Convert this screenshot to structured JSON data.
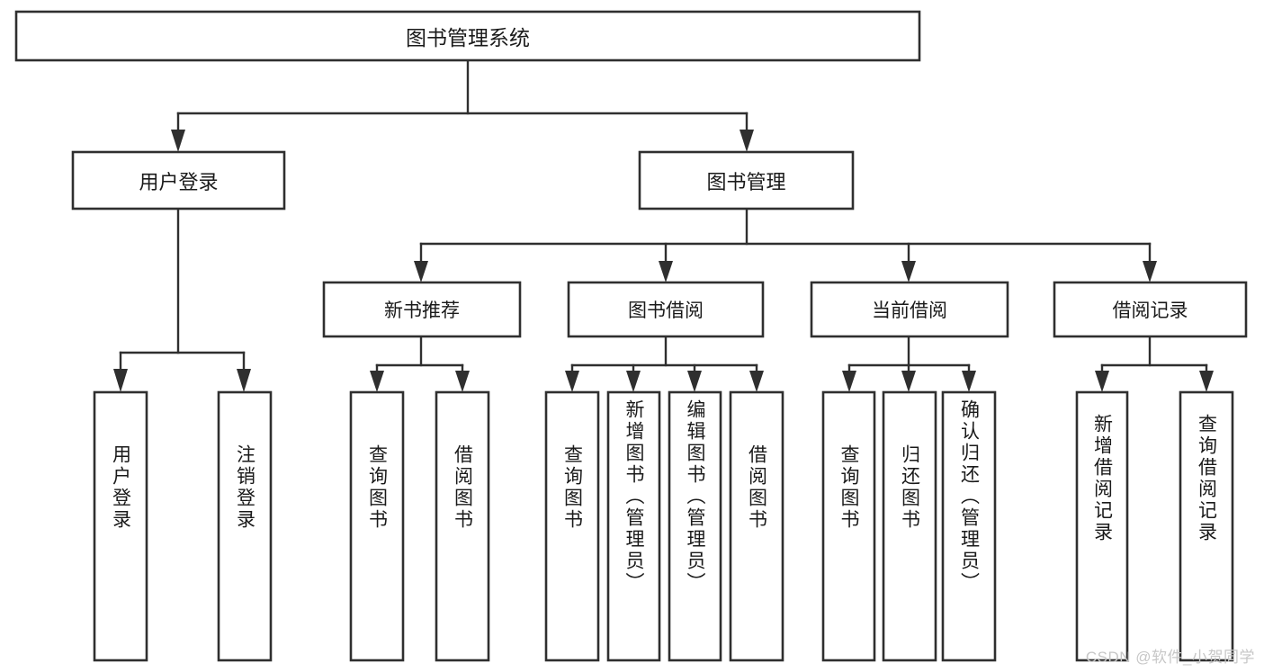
{
  "diagram": {
    "type": "hierarchy-tree",
    "title_node": {
      "label": "图书管理系统"
    },
    "level2": [
      {
        "id": "user-login",
        "label": "用户登录"
      },
      {
        "id": "book-management",
        "label": "图书管理"
      }
    ],
    "level3": [
      {
        "id": "new-book-recommend",
        "label": "新书推荐",
        "parent": "book-management"
      },
      {
        "id": "book-borrow",
        "label": "图书借阅",
        "parent": "book-management"
      },
      {
        "id": "current-borrow",
        "label": "当前借阅",
        "parent": "book-management"
      },
      {
        "id": "borrow-record",
        "label": "借阅记录",
        "parent": "book-management"
      }
    ],
    "leaves": {
      "user-login": [
        {
          "id": "leaf-user-login",
          "label": "用户登录"
        },
        {
          "id": "leaf-user-logout",
          "label": "注销登录"
        }
      ],
      "new-book-recommend": [
        {
          "id": "leaf-query-book-1",
          "label": "查询图书"
        },
        {
          "id": "leaf-borrow-book-1",
          "label": "借阅图书"
        }
      ],
      "book-borrow": [
        {
          "id": "leaf-query-book-2",
          "label": "查询图书"
        },
        {
          "id": "leaf-add-book",
          "label": "新增图书（管理员）"
        },
        {
          "id": "leaf-edit-book",
          "label": "编辑图书（管理员）"
        },
        {
          "id": "leaf-borrow-book-2",
          "label": "借阅图书"
        }
      ],
      "current-borrow": [
        {
          "id": "leaf-query-book-3",
          "label": "查询图书"
        },
        {
          "id": "leaf-return-book",
          "label": "归还图书"
        },
        {
          "id": "leaf-confirm-return",
          "label": "确认归还（管理员）"
        }
      ],
      "borrow-record": [
        {
          "id": "leaf-add-record",
          "label": "新增借阅记录"
        },
        {
          "id": "leaf-query-record",
          "label": "查询借阅记录"
        }
      ]
    }
  },
  "watermark": {
    "text": "CSDN @软件_小贺同学"
  },
  "colors": {
    "box_stroke": "#2f2f2f",
    "box_fill": "#ffffff",
    "text": "#1a1a1a",
    "watermark": "#c7c7c7",
    "background": "#ffffff"
  }
}
